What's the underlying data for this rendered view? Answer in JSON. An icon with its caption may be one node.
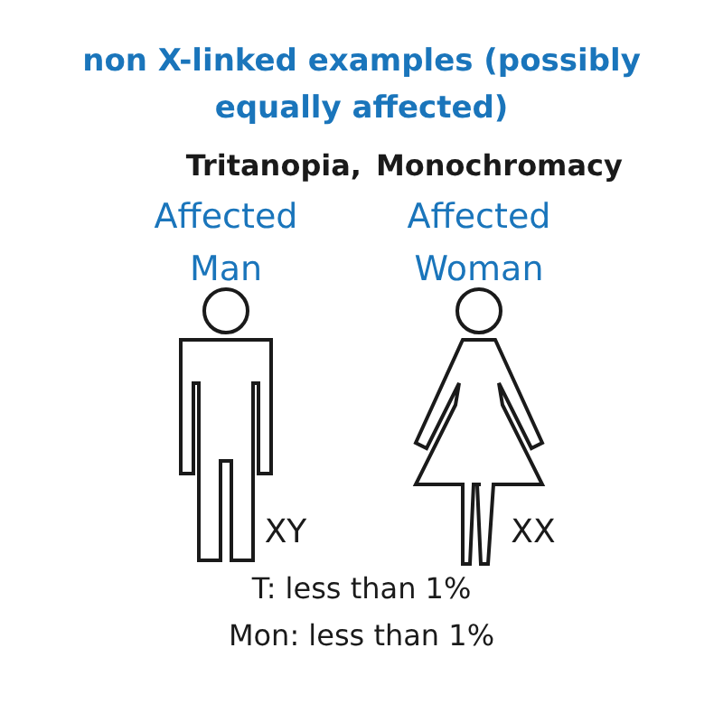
{
  "diagram": {
    "title": "non X-linked examples (possibly equally affected)",
    "labels": [
      "Tritanopia,",
      "Monochromacy",
      "Affected Man",
      "Affected Woman",
      "XY",
      "XX",
      "T: less than 1%",
      "Mon: less than 1%"
    ]
  }
}
